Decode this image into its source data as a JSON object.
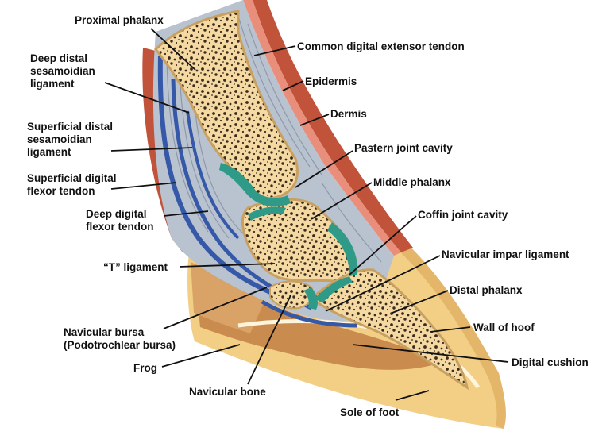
{
  "diagram": {
    "colors": {
      "hoof": "#f2cf85",
      "hoof_dark": "#e3b66a",
      "hoof_outline": "#c8a060",
      "frog": "#d9a266",
      "cushion": "#c98c4e",
      "bone": "#f4d9a3",
      "bone_texture": "#3a2b1c",
      "cartilage": "#2f9a88",
      "tendon": "#b9c2cf",
      "tendon_line": "#8e99aa",
      "flexor_blue": "#3559a8",
      "epidermis": "#c0533a",
      "dermis": "#e88e7b",
      "sole_line": "#fff4dc",
      "leader": "#111111"
    },
    "labels": [
      {
        "id": "proximal-phalanx",
        "lines": [
          "Proximal phalanx"
        ]
      },
      {
        "id": "common-digital-extensor-tendon",
        "lines": [
          "Common digital extensor tendon"
        ]
      },
      {
        "id": "deep-distal-sesamoidian-ligament",
        "lines": [
          "Deep distal",
          "sesamoidian",
          "ligament"
        ]
      },
      {
        "id": "epidermis",
        "lines": [
          "Epidermis"
        ]
      },
      {
        "id": "dermis",
        "lines": [
          "Dermis"
        ]
      },
      {
        "id": "superficial-distal-sesamoidian-ligament",
        "lines": [
          "Superficial distal",
          "sesamoidian",
          "ligament"
        ]
      },
      {
        "id": "pastern-joint-cavity",
        "lines": [
          "Pastern joint cavity"
        ]
      },
      {
        "id": "superficial-digital-flexor-tendon",
        "lines": [
          "Superficial digital",
          "flexor tendon"
        ]
      },
      {
        "id": "middle-phalanx",
        "lines": [
          "Middle phalanx"
        ]
      },
      {
        "id": "deep-digital-flexor-tendon",
        "lines": [
          "Deep digital",
          "flexor tendon"
        ]
      },
      {
        "id": "coffin-joint-cavity",
        "lines": [
          "Coffin joint cavity"
        ]
      },
      {
        "id": "navicular-impar-ligament",
        "lines": [
          "Navicular impar ligament"
        ]
      },
      {
        "id": "t-ligament",
        "lines": [
          "“T” ligament"
        ]
      },
      {
        "id": "distal-phalanx",
        "lines": [
          "Distal phalanx"
        ]
      },
      {
        "id": "navicular-bursa",
        "lines": [
          "Navicular bursa",
          "(Podotrochlear bursa)"
        ]
      },
      {
        "id": "wall-of-hoof",
        "lines": [
          "Wall of hoof"
        ]
      },
      {
        "id": "frog",
        "lines": [
          "Frog"
        ]
      },
      {
        "id": "digital-cushion",
        "lines": [
          "Digital cushion"
        ]
      },
      {
        "id": "navicular-bone",
        "lines": [
          "Navicular bone"
        ]
      },
      {
        "id": "sole-of-foot",
        "lines": [
          "Sole of foot"
        ]
      }
    ]
  }
}
